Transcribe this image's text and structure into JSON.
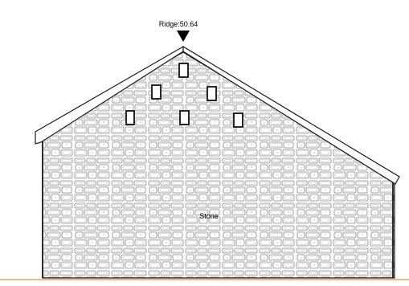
{
  "elevation": {
    "ridge_label": "Ridge:50.64",
    "material_label": "Stone",
    "window_count": 6
  },
  "colors": {
    "line": "#1a1a1a",
    "ground_line": "#e8a060",
    "stone_outline": "#8a8a8a",
    "roof_fill": "#ffffff"
  }
}
